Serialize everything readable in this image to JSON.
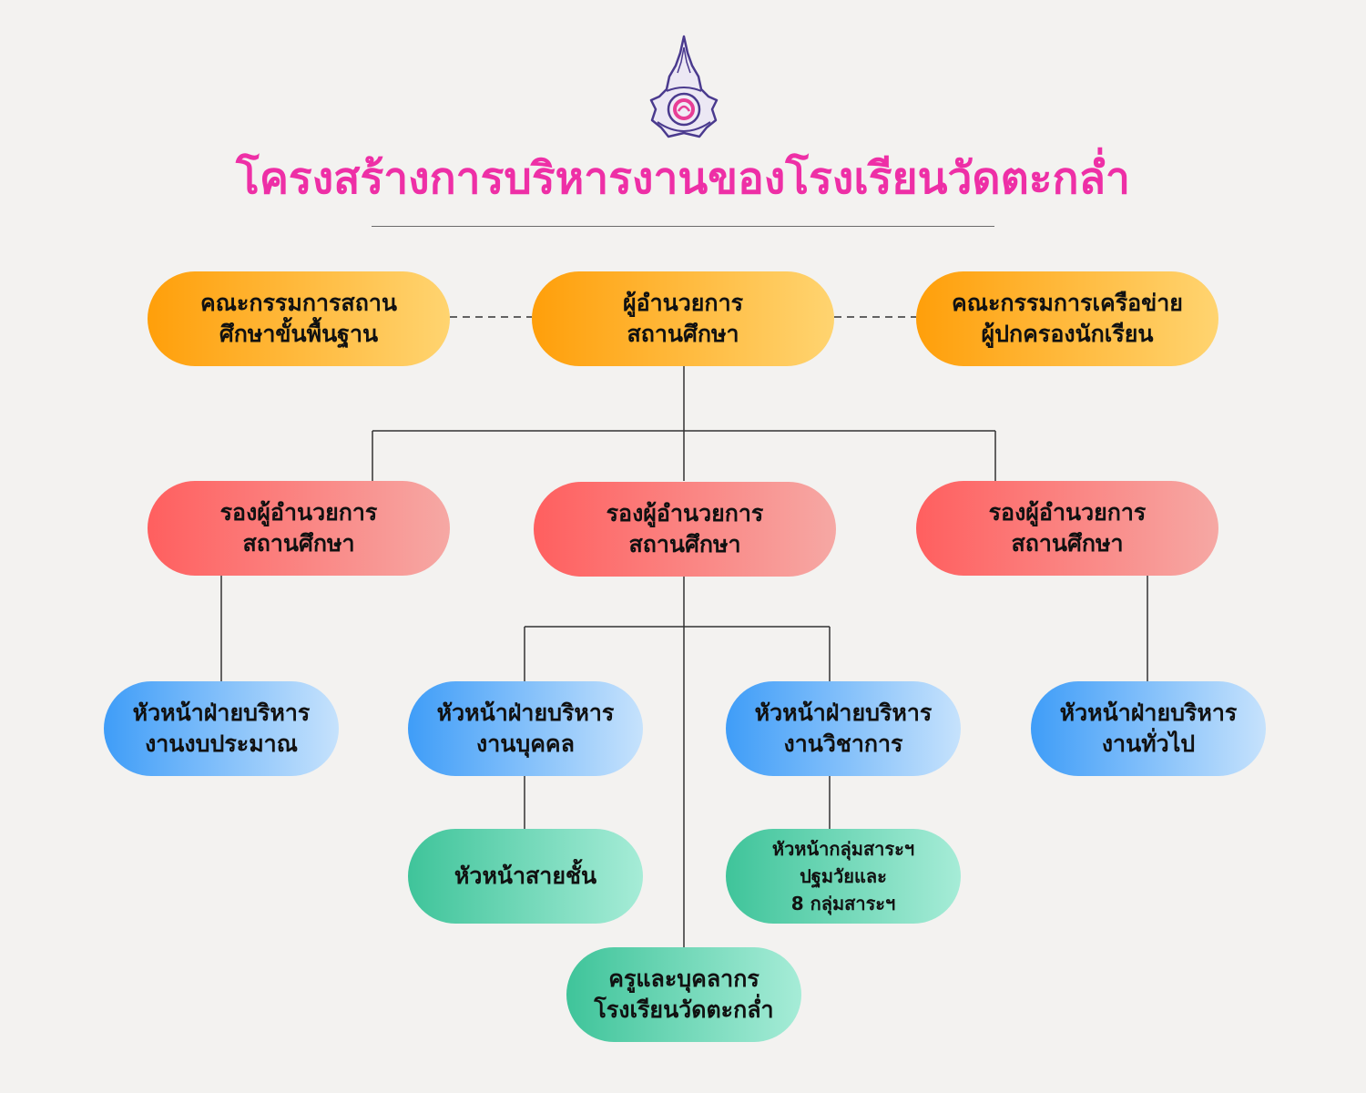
{
  "title": "โครงสร้างการบริหารงานของโรงเรียนวัดตะกล่ำ",
  "colors": {
    "title": "#ee2fa6",
    "connector": "#333333",
    "orange": [
      "#ff9f0a",
      "#ffd470"
    ],
    "red": [
      "#ff5f5f",
      "#f6a8a4"
    ],
    "blue": [
      "#3f9df8",
      "#c6e2fc"
    ],
    "green": [
      "#3fc49a",
      "#a6ecd7"
    ]
  },
  "nodes": {
    "basic_committee": {
      "lines": [
        "คณะกรรมการสถาน",
        "ศึกษาขั้นพื้นฐาน"
      ]
    },
    "director": {
      "lines": [
        "ผู้อำนวยการ",
        "สถานศึกษา"
      ]
    },
    "parent_network": {
      "lines": [
        "คณะกรรมการเครือข่าย",
        "ผู้ปกครองนักเรียน"
      ]
    },
    "deputy_left": {
      "lines": [
        "รองผู้อำนวยการ",
        "สถานศึกษา"
      ]
    },
    "deputy_center": {
      "lines": [
        "รองผู้อำนวยการ",
        "สถานศึกษา"
      ]
    },
    "deputy_right": {
      "lines": [
        "รองผู้อำนวยการ",
        "สถานศึกษา"
      ]
    },
    "budget_head": {
      "lines": [
        "หัวหน้าฝ่ายบริหาร",
        "งานงบประมาณ"
      ]
    },
    "personnel_head": {
      "lines": [
        "หัวหน้าฝ่ายบริหาร",
        "งานบุคคล"
      ]
    },
    "academic_head": {
      "lines": [
        "หัวหน้าฝ่ายบริหาร",
        "งานวิชาการ"
      ]
    },
    "general_head": {
      "lines": [
        "หัวหน้าฝ่ายบริหาร",
        "งานทั่วไป"
      ]
    },
    "grade_level_head": {
      "lines": [
        "หัวหน้าสายชั้น"
      ]
    },
    "subject_group_head": {
      "lines": [
        "หัวหน้ากลุ่มสาระฯ",
        "ปฐมวัยและ",
        "8 กลุ่มสาระฯ"
      ]
    },
    "teachers_staff": {
      "lines": [
        "ครูและบุคลากร",
        "โรงเรียนวัดตะกล่ำ"
      ]
    }
  }
}
